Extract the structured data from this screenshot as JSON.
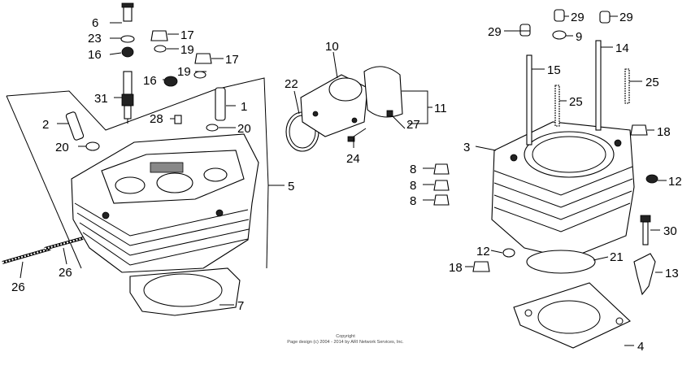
{
  "copyright": {
    "line1": "Copyright",
    "line2": "Page design (c) 2004 - 2014 by ARI Network Services, Inc."
  },
  "callouts": [
    "6",
    "23",
    "16",
    "31",
    "17",
    "19",
    "17",
    "16",
    "19",
    "28",
    "1",
    "2",
    "20",
    "20",
    "22",
    "10",
    "24",
    "27",
    "11",
    "5",
    "7",
    "26",
    "26",
    "29",
    "29",
    "29",
    "9",
    "14",
    "15",
    "25",
    "25",
    "18",
    "3",
    "8",
    "8",
    "8",
    "12",
    "30",
    "12",
    "21",
    "18",
    "13",
    "4"
  ]
}
